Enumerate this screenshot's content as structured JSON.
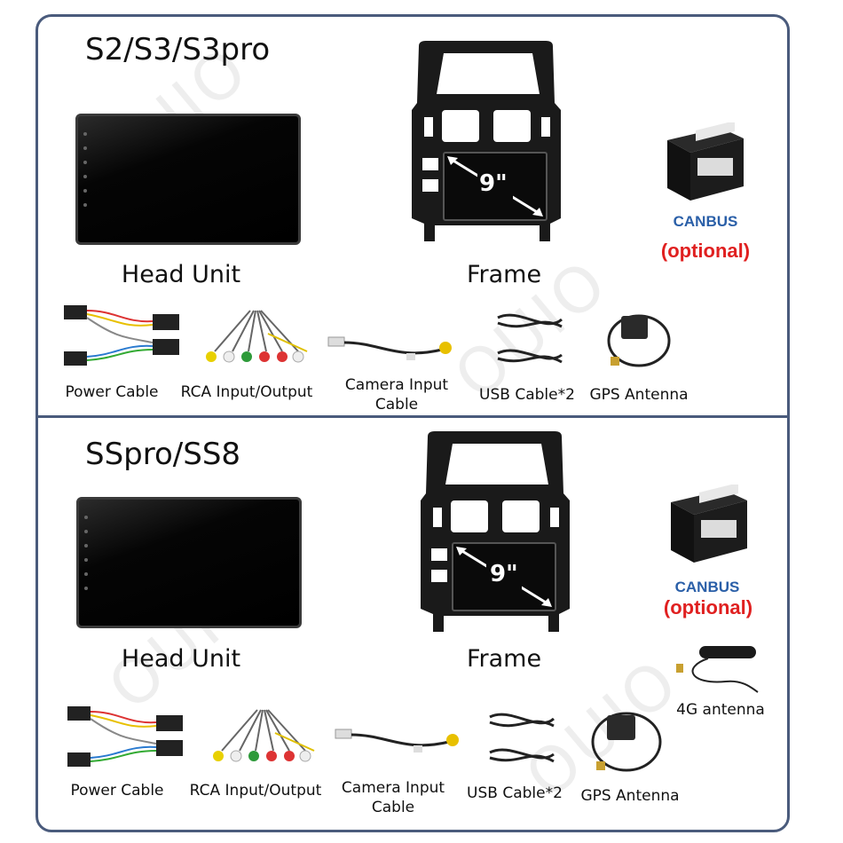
{
  "sections": [
    {
      "title": "S2/S3/S3pro",
      "head_unit_label": "Head Unit",
      "frame_label": "Frame",
      "frame_size": "9\"",
      "canbus_label": "CANBUS",
      "optional_label": "(optional)",
      "accessories": {
        "power_cable": "Power Cable",
        "rca": "RCA Input/Output",
        "camera_line1": "Camera Input",
        "camera_line2": "Cable",
        "usb": "USB Cable*2",
        "gps": "GPS Antenna"
      }
    },
    {
      "title": "SSpro/SS8",
      "head_unit_label": "Head Unit",
      "frame_label": "Frame",
      "frame_size": "9\"",
      "canbus_label": "CANBUS",
      "optional_label": "(optional)",
      "antenna_4g": "4G antenna",
      "accessories": {
        "power_cable": "Power Cable",
        "rca": "RCA Input/Output",
        "camera_line1": "Camera Input",
        "camera_line2": "Cable",
        "usb": "USB Cable*2",
        "gps": "GPS Antenna"
      }
    }
  ],
  "watermark": "OUIO",
  "colors": {
    "border": "#4a5b7c",
    "canbus": "#2a5fa8",
    "optional": "#e02020"
  },
  "icons": [
    "head-unit-screen",
    "dash-frame",
    "canbus-box",
    "power-cable",
    "rca-cables",
    "camera-cable",
    "usb-cables",
    "gps-antenna",
    "4g-antenna"
  ]
}
